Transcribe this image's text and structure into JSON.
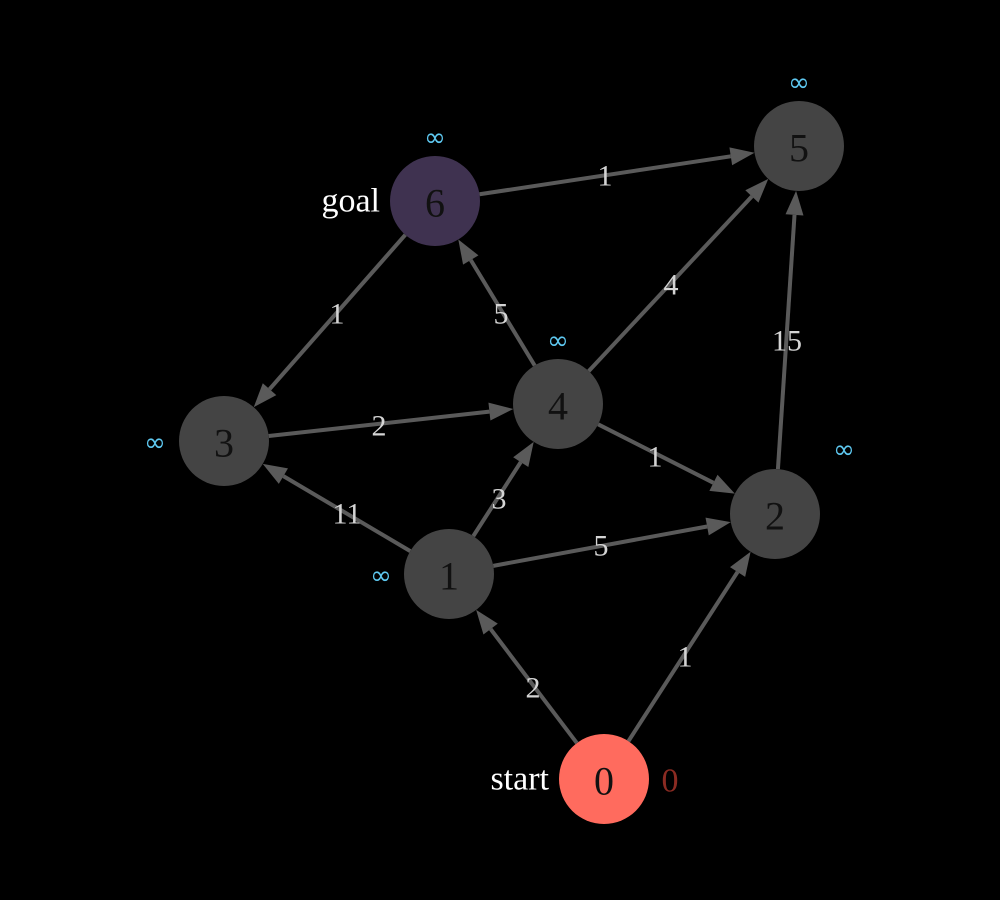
{
  "graph": {
    "nodes": [
      {
        "id": "0",
        "label": "0",
        "dist": "0"
      },
      {
        "id": "1",
        "label": "1",
        "dist": "∞"
      },
      {
        "id": "2",
        "label": "2",
        "dist": "∞"
      },
      {
        "id": "3",
        "label": "3",
        "dist": "∞"
      },
      {
        "id": "4",
        "label": "4",
        "dist": "∞"
      },
      {
        "id": "5",
        "label": "5",
        "dist": "∞"
      },
      {
        "id": "6",
        "label": "6",
        "dist": "∞"
      }
    ],
    "edges": [
      {
        "from": "0",
        "to": "1",
        "weight": "2"
      },
      {
        "from": "0",
        "to": "2",
        "weight": "1"
      },
      {
        "from": "1",
        "to": "3",
        "weight": "11"
      },
      {
        "from": "1",
        "to": "4",
        "weight": "3"
      },
      {
        "from": "1",
        "to": "2",
        "weight": "5"
      },
      {
        "from": "3",
        "to": "4",
        "weight": "2"
      },
      {
        "from": "4",
        "to": "2",
        "weight": "1"
      },
      {
        "from": "4",
        "to": "6",
        "weight": "5"
      },
      {
        "from": "4",
        "to": "5",
        "weight": "4"
      },
      {
        "from": "2",
        "to": "5",
        "weight": "15"
      },
      {
        "from": "6",
        "to": "5",
        "weight": "1"
      },
      {
        "from": "6",
        "to": "3",
        "weight": "1"
      }
    ],
    "start_label": "start",
    "goal_label": "goal",
    "start_node": "0",
    "goal_node": "6"
  },
  "colors": {
    "background": "#000000",
    "node": "#444444",
    "start_node": "#ff6b5e",
    "goal_node": "#3f3250",
    "edge": "#5a5a5a",
    "edge_weight": "#d4d4d4",
    "dist_label": "#5ec8f0",
    "start_dist": "#8b2b22",
    "node_text": "#111111"
  }
}
